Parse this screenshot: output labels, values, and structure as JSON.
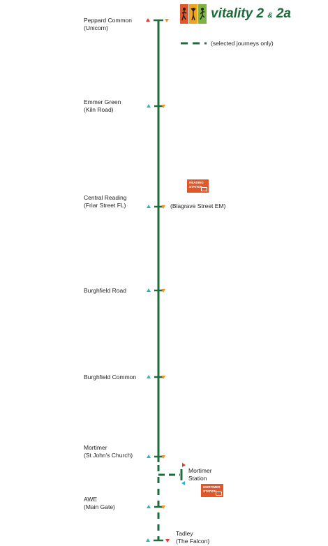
{
  "header": {
    "brand_name": "vitality",
    "route_a": "2",
    "amp": "&",
    "route_b": "2a",
    "logo_colors": [
      "#e0572a",
      "#f2a51c",
      "#7cb342"
    ],
    "brand_color": "#1a6a3a"
  },
  "legend": {
    "label": "(selected journeys only)"
  },
  "colors": {
    "route_line": "#1e6b3c",
    "up_arrow": "#29b6d6",
    "down_arrow": "#f0932b",
    "terminus_arrow": "#e53935",
    "badge": "#e0572a"
  },
  "stops": [
    {
      "line1": "Peppard Common",
      "line2": "(Unicorn)"
    },
    {
      "line1": "Emmer Green",
      "line2": "(Kiln Road)"
    },
    {
      "line1": "Central Reading",
      "line2": "(Friar Street FL)",
      "opposite": "(Blagrave Street EM)"
    },
    {
      "line1": "Burghfield Road"
    },
    {
      "line1": "Burghfield Common"
    },
    {
      "line1": "Mortimer",
      "line2": "(St John's Church)"
    },
    {
      "line1": "Mortimer",
      "line2": "Station"
    },
    {
      "line1": "AWE",
      "line2": "(Main Gate)"
    },
    {
      "line1": "Tadley",
      "line2": "(The Falcon)"
    }
  ],
  "badges": {
    "reading": {
      "line1": "READING",
      "line2": "STATION"
    },
    "mortimer": {
      "line1": "MORTIMER",
      "line2": "STATION"
    }
  },
  "icons": [
    "up-arrow-icon",
    "down-arrow-icon",
    "rail-icon"
  ]
}
